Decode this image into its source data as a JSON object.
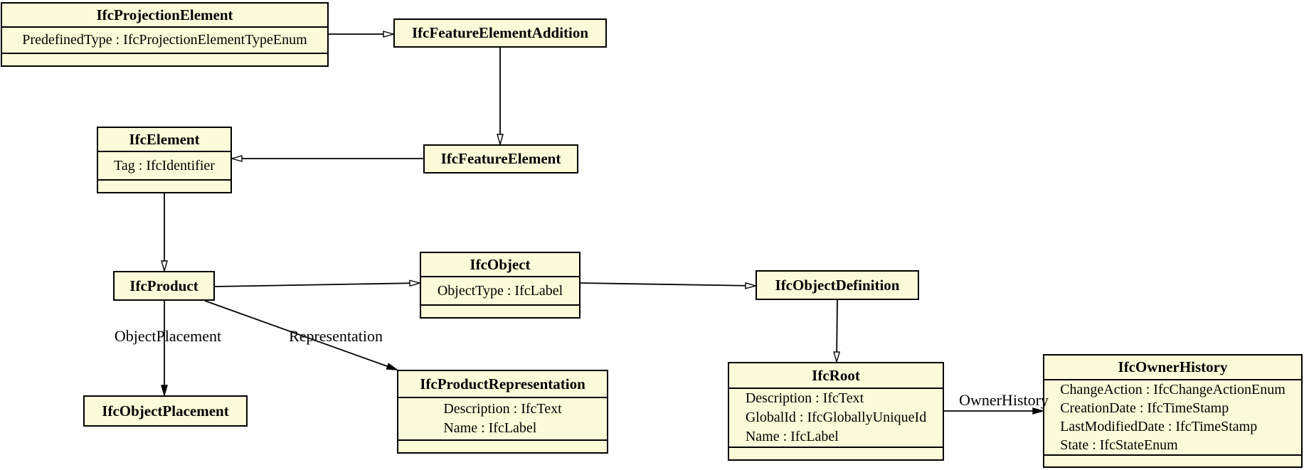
{
  "diagram": {
    "type": "uml-class-diagram",
    "background_color": "#ffffff",
    "node_fill_color": "#FBFBD9",
    "node_border_color": "#000000",
    "edge_color": "#000000"
  },
  "classes": {
    "projection_element": {
      "name": "IfcProjectionElement",
      "attrs": [
        "PredefinedType : IfcProjectionElementTypeEnum"
      ]
    },
    "feature_element_addition": {
      "name": "IfcFeatureElementAddition",
      "attrs": []
    },
    "element": {
      "name": "IfcElement",
      "attrs": [
        "Tag : IfcIdentifier"
      ]
    },
    "feature_element": {
      "name": "IfcFeatureElement",
      "attrs": []
    },
    "product": {
      "name": "IfcProduct",
      "attrs": []
    },
    "object": {
      "name": "IfcObject",
      "attrs": [
        "ObjectType : IfcLabel"
      ]
    },
    "object_definition": {
      "name": "IfcObjectDefinition",
      "attrs": []
    },
    "object_placement": {
      "name": "IfcObjectPlacement",
      "attrs": []
    },
    "product_representation": {
      "name": "IfcProductRepresentation",
      "attrs": [
        "Description : IfcText",
        "Name : IfcLabel"
      ]
    },
    "root": {
      "name": "IfcRoot",
      "attrs": [
        "Description : IfcText",
        "GlobalId : IfcGloballyUniqueId",
        "Name : IfcLabel"
      ]
    },
    "owner_history": {
      "name": "IfcOwnerHistory",
      "attrs": [
        "ChangeAction : IfcChangeActionEnum",
        "CreationDate : IfcTimeStamp",
        "LastModifiedDate : IfcTimeStamp",
        "State : IfcStateEnum"
      ]
    }
  },
  "edges": {
    "object_placement_label": "ObjectPlacement",
    "representation_label": "Representation",
    "owner_history_label": "OwnerHistory"
  }
}
